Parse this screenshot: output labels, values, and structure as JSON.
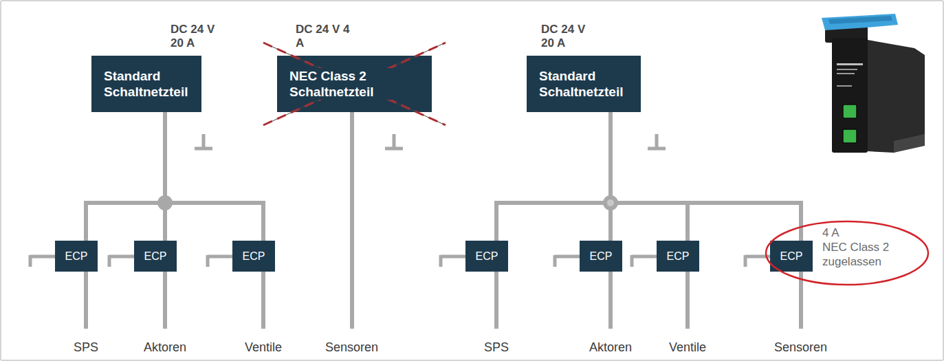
{
  "diagram": {
    "nodes": [
      {
        "text": [
          "DC 24 V 20 A",
          "Standard Schaltnetzteil"
        ]
      },
      {
        "text": [
          "DC 24 V 4 A",
          "NEC Class 2 Schaltnetzteil"
        ]
      },
      {
        "text": [
          "DC 24 V 20 A",
          "Standard Schaltnetzteil"
        ]
      },
      {
        "text": [
          "ECP"
        ]
      },
      {
        "text": [
          "ECP"
        ]
      },
      {
        "text": [
          "ECP"
        ]
      },
      {
        "text": [
          "ECP"
        ]
      },
      {
        "text": [
          "ECP"
        ]
      },
      {
        "text": [
          "ECP"
        ]
      },
      {
        "text": [
          "ECP"
        ]
      }
    ],
    "edges": [
      {
        "from": 0,
        "to": 3,
        "arrow": "none"
      },
      {
        "from": 0,
        "to": 4,
        "arrow": "none"
      },
      {
        "from": 0,
        "to": 5,
        "arrow": "none"
      },
      {
        "from": 2,
        "to": 6,
        "arrow": "none"
      },
      {
        "from": 2,
        "to": 7,
        "arrow": "none"
      },
      {
        "from": 2,
        "to": 8,
        "arrow": "none"
      },
      {
        "from": 2,
        "to": 9,
        "arrow": "none"
      }
    ],
    "labels": [
      "SPS",
      "Aktoren",
      "Ventile",
      "Sensoren",
      "SPS",
      "Aktoren",
      "Ventile",
      "Sensoren",
      "4 A",
      "NEC Class 2 zugelassen"
    ]
  }
}
